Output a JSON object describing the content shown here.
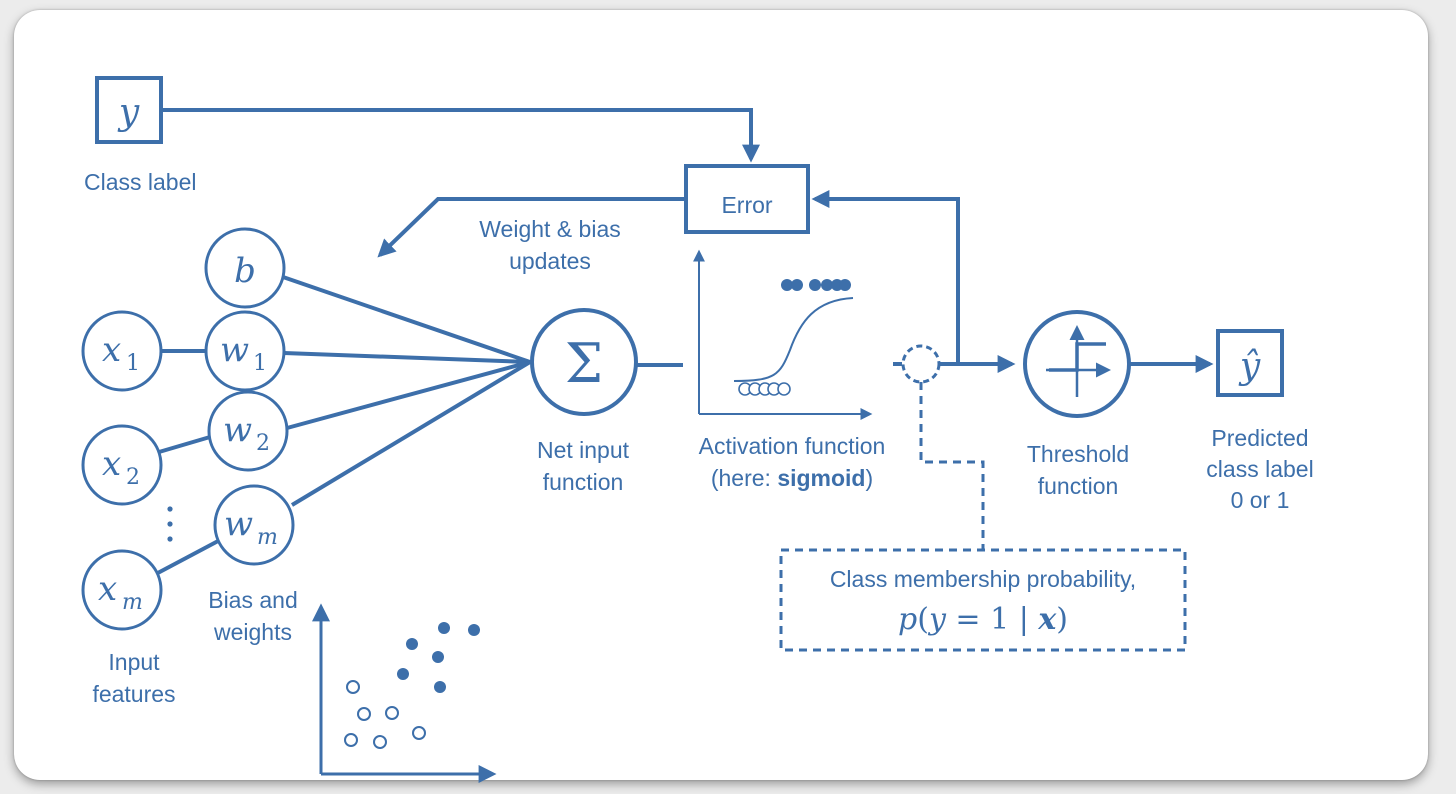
{
  "diagram": {
    "class_label_symbol": "y",
    "class_label_text": "Class label",
    "error_label": "Error",
    "weight_updates": [
      "Weight & bias",
      "updates"
    ],
    "bias_symbol": "b",
    "inputs": [
      {
        "var": "x",
        "sub": "1"
      },
      {
        "var": "x",
        "sub": "2"
      },
      {
        "var": "x",
        "sub": "m"
      }
    ],
    "weights": [
      {
        "var": "w",
        "sub": "1"
      },
      {
        "var": "w",
        "sub": "2"
      },
      {
        "var": "w",
        "sub": "m"
      }
    ],
    "input_features_text": [
      "Input",
      "features"
    ],
    "bias_weights_text": [
      "Bias and",
      "weights"
    ],
    "sum_symbol": "Σ",
    "net_input_text": [
      "Net input",
      "function"
    ],
    "activation_text": "Activation function",
    "activation_here": "(here: ",
    "activation_name": "sigmoid",
    "activation_close": ")",
    "threshold_text": [
      "Threshold",
      "function"
    ],
    "predicted_symbol": "ŷ",
    "predicted_text": [
      "Predicted",
      "class label",
      "0 or 1"
    ],
    "probability_text": "Class membership probability,",
    "probability_formula": {
      "p": "p",
      "open": "(",
      "y": "y",
      "eq": " = 1 | ",
      "x": "x",
      "close": ")"
    }
  },
  "colors": {
    "primary": "#3d6faa",
    "background": "#ffffff"
  }
}
